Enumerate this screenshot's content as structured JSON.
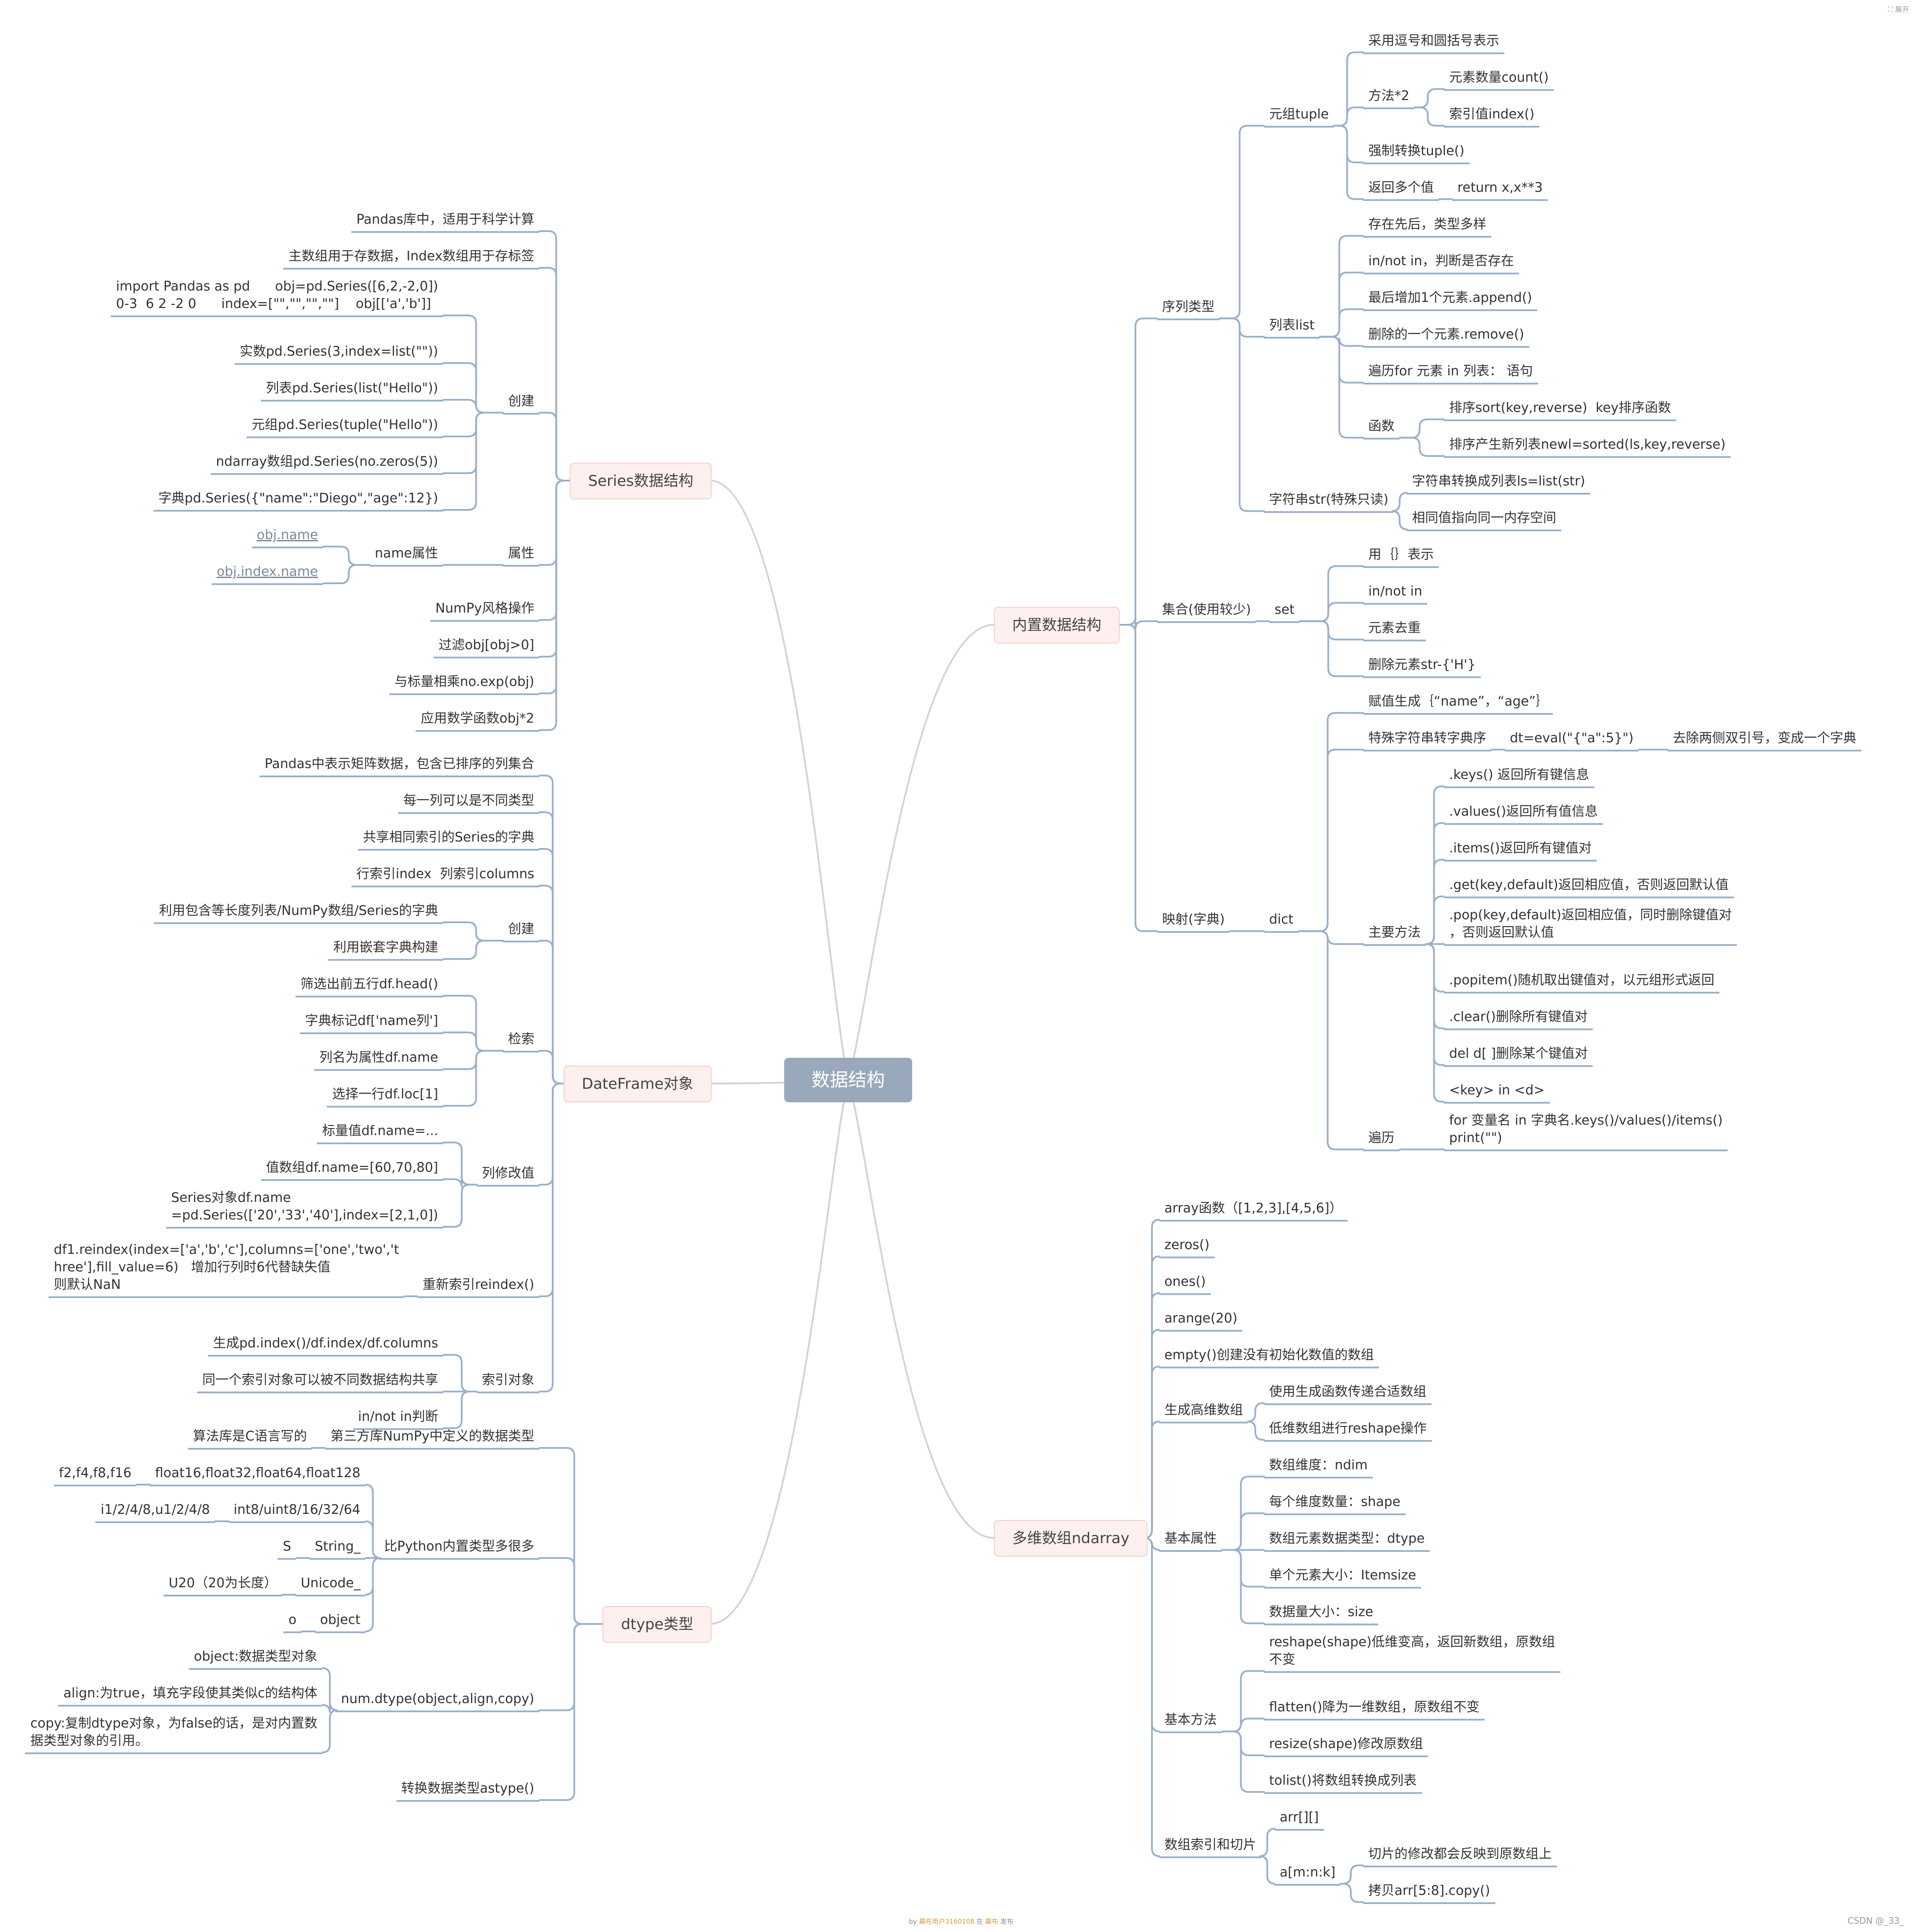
{
  "root": "数据结构",
  "corner": "⛶ 展开",
  "watermark": "CSDN @_33_",
  "footer": {
    "prefix": "by ",
    "user": "幕布用户3160108",
    "middle": " 在 ",
    "brand": "幕布",
    "suffix": " 发布"
  },
  "colors": {
    "line": "#9ab0cc",
    "curve": "#d3d3d3",
    "root": "#9aa8bb",
    "branch_fill": "#fdf0ee",
    "branch_border": "#f3cfc9"
  },
  "tree": {
    "right": [
      {
        "text": "内置数据结构",
        "children": [
          {
            "text": "序列类型",
            "children": [
              {
                "text": "元组tuple",
                "children": [
                  {
                    "text": "采用逗号和圆括号表示"
                  },
                  {
                    "text": "方法*2",
                    "children": [
                      {
                        "text": "元素数量count()"
                      },
                      {
                        "text": "索引值index()"
                      }
                    ]
                  },
                  {
                    "text": "强制转换tuple()"
                  },
                  {
                    "text": "返回多个值",
                    "children": [
                      {
                        "text": "return x,x**3"
                      }
                    ]
                  }
                ]
              },
              {
                "text": "列表list",
                "children": [
                  {
                    "text": "存在先后，类型多样"
                  },
                  {
                    "text": "in/not in，判断是否存在"
                  },
                  {
                    "text": "最后增加1个元素.append()"
                  },
                  {
                    "text": "删除的一个元素.remove()"
                  },
                  {
                    "text": "遍历for 元素 in 列表： 语句"
                  },
                  {
                    "text": "函数",
                    "children": [
                      {
                        "text": "排序sort(key,reverse)  key排序函数"
                      },
                      {
                        "text": "排序产生新列表newl=sorted(ls,key,reverse)"
                      }
                    ]
                  }
                ]
              },
              {
                "text": "字符串str(特殊只读)",
                "children": [
                  {
                    "text": "字符串转换成列表ls=list(str)"
                  },
                  {
                    "text": "相同值指向同一内存空间"
                  }
                ]
              }
            ]
          },
          {
            "text": "集合(使用较少)",
            "children": [
              {
                "text": "set",
                "children": [
                  {
                    "text": "用｛｝表示"
                  },
                  {
                    "text": "in/not in"
                  },
                  {
                    "text": "元素去重"
                  },
                  {
                    "text": "删除元素str-{'H'}"
                  }
                ]
              }
            ]
          },
          {
            "text": "映射(字典)",
            "children": [
              {
                "text": "dict",
                "children": [
                  {
                    "text": "赋值生成｛“name”，“age”｝"
                  },
                  {
                    "text": "特殊字符串转字典序",
                    "children": [
                      {
                        "text": "dt=eval(\"{\"a\":5}\")",
                        "children": [
                          {
                            "text": "去除两侧双引号，变成一个字典"
                          }
                        ]
                      }
                    ]
                  },
                  {
                    "text": "主要方法",
                    "children": [
                      {
                        "text": ".keys() 返回所有键信息"
                      },
                      {
                        "text": ".values()返回所有值信息"
                      },
                      {
                        "text": ".items()返回所有键值对"
                      },
                      {
                        "text": ".get(key,default)返回相应值，否则返回默认值"
                      },
                      {
                        "text": ".pop(key,default)返回相应值，同时删除键值对\n，否则返回默认值"
                      },
                      {
                        "text": ".popitem()随机取出键值对，以元组形式返回"
                      },
                      {
                        "text": ".clear()删除所有键值对"
                      },
                      {
                        "text": "del d[ ]删除某个键值对"
                      },
                      {
                        "text": "<key> in <d>"
                      }
                    ]
                  },
                  {
                    "text": "遍历",
                    "children": [
                      {
                        "text": "for 变量名 in 字典名.keys()/values()/items()\nprint(\"\")"
                      }
                    ]
                  }
                ]
              }
            ]
          }
        ]
      },
      {
        "text": "多维数组ndarray",
        "children": [
          {
            "text": "array函数（[1,2,3],[4,5,6]）"
          },
          {
            "text": "zeros()"
          },
          {
            "text": "ones()"
          },
          {
            "text": "arange(20)"
          },
          {
            "text": "empty()创建没有初始化数值的数组"
          },
          {
            "text": "生成高维数组",
            "children": [
              {
                "text": "使用生成函数传递合适数组"
              },
              {
                "text": "低维数组进行reshape操作"
              }
            ]
          },
          {
            "text": "基本属性",
            "children": [
              {
                "text": "数组维度：ndim"
              },
              {
                "text": "每个维度数量：shape"
              },
              {
                "text": "数组元素数据类型：dtype"
              },
              {
                "text": "单个元素大小：Itemsize"
              },
              {
                "text": "数据量大小：size"
              }
            ]
          },
          {
            "text": "基本方法",
            "children": [
              {
                "text": "reshape(shape)低维变高，返回新数组，原数组\n不变"
              },
              {
                "text": "flatten()降为一维数组，原数组不变"
              },
              {
                "text": "resize(shape)修改原数组"
              },
              {
                "text": "tolist()将数组转换成列表"
              }
            ]
          },
          {
            "text": "数组索引和切片",
            "children": [
              {
                "text": "arr[][]"
              },
              {
                "text": "a[m:n:k]",
                "children": [
                  {
                    "text": "切片的修改都会反映到原数组上"
                  },
                  {
                    "text": "拷贝arr[5:8].copy()"
                  }
                ]
              }
            ]
          }
        ]
      }
    ],
    "left": [
      {
        "text": "Series数据结构",
        "children": [
          {
            "text": "Pandas库中，适用于科学计算"
          },
          {
            "text": "主数组用于存数据，Index数组用于存标签"
          },
          {
            "text": "创建",
            "children": [
              {
                "text": "import Pandas as pd      obj=pd.Series([6,2,-2,0])\n0-3  6 2 -2 0      index=[\"\",\"\",\"\",\"\"]    obj[['a','b']]"
              },
              {
                "text": "实数pd.Series(3,index=list(\"\"))"
              },
              {
                "text": "列表pd.Series(list(\"Hello\"))"
              },
              {
                "text": "元组pd.Series(tuple(\"Hello\"))"
              },
              {
                "text": "ndarray数组pd.Series(no.zeros(5))"
              },
              {
                "text": "字典pd.Series({\"name\":\"Diego\",\"age\":12})"
              }
            ]
          },
          {
            "text": "属性",
            "children": [
              {
                "text": "name属性",
                "children": [
                  {
                    "text": "obj.name",
                    "link": true
                  },
                  {
                    "text": "obj.index.name",
                    "link": true
                  }
                ]
              }
            ]
          },
          {
            "text": "NumPy风格操作"
          },
          {
            "text": "过滤obj[obj>0]"
          },
          {
            "text": "与标量相乘no.exp(obj)"
          },
          {
            "text": "应用数学函数obj*2"
          }
        ]
      },
      {
        "text": "DateFrame对象",
        "children": [
          {
            "text": "Pandas中表示矩阵数据，包含已排序的列集合"
          },
          {
            "text": "每一列可以是不同类型"
          },
          {
            "text": "共享相同索引的Series的字典"
          },
          {
            "text": "行索引index  列索引columns"
          },
          {
            "text": "创建",
            "children": [
              {
                "text": "利用包含等长度列表/NumPy数组/Series的字典"
              },
              {
                "text": "利用嵌套字典构建"
              }
            ]
          },
          {
            "text": "检索",
            "children": [
              {
                "text": "筛选出前五行df.head()"
              },
              {
                "text": "字典标记df['name列']"
              },
              {
                "text": "列名为属性df.name"
              },
              {
                "text": "选择一行df.loc[1]"
              }
            ]
          },
          {
            "text": "列修改值",
            "children": [
              {
                "text": "标量值df.name=..."
              },
              {
                "text": "值数组df.name=[60,70,80]"
              },
              {
                "text": "Series对象df.name\n=pd.Series(['20','33','40'],index=[2,1,0])"
              }
            ]
          },
          {
            "text": "重新索引reindex()",
            "children": [
              {
                "text": "df1.reindex(index=['a','b','c'],columns=['one','two','t\nhree'],fill_value=6)   增加行列时6代替缺失值\n则默认NaN"
              }
            ]
          },
          {
            "text": "索引对象",
            "children": [
              {
                "text": "生成pd.index()/df.index/df.columns"
              },
              {
                "text": "同一个索引对象可以被不同数据结构共享"
              },
              {
                "text": "in/not in判断"
              }
            ]
          }
        ]
      },
      {
        "text": "dtype类型",
        "children": [
          {
            "text": "第三方库NumPy中定义的数据类型",
            "children": [
              {
                "text": "算法库是C语言写的"
              }
            ]
          },
          {
            "text": "比Python内置类型多很多",
            "children": [
              {
                "text": "float16,float32,float64,float128",
                "children": [
                  {
                    "text": "f2,f4,f8,f16"
                  }
                ]
              },
              {
                "text": "int8/uint8/16/32/64",
                "children": [
                  {
                    "text": "i1/2/4/8,u1/2/4/8"
                  }
                ]
              },
              {
                "text": "String_",
                "children": [
                  {
                    "text": "S"
                  }
                ]
              },
              {
                "text": "Unicode_",
                "children": [
                  {
                    "text": "U20（20为长度）"
                  }
                ]
              },
              {
                "text": "object",
                "children": [
                  {
                    "text": "o"
                  }
                ]
              }
            ]
          },
          {
            "text": "num.dtype(object,align,copy)",
            "children": [
              {
                "text": "object:数据类型对象"
              },
              {
                "text": "align:为true，填充字段使其类似c的结构体"
              },
              {
                "text": "copy:复制dtype对象，为false的话，是对内置数\n据类型对象的引用。"
              }
            ]
          },
          {
            "text": "转换数据类型astype()"
          }
        ]
      }
    ]
  }
}
